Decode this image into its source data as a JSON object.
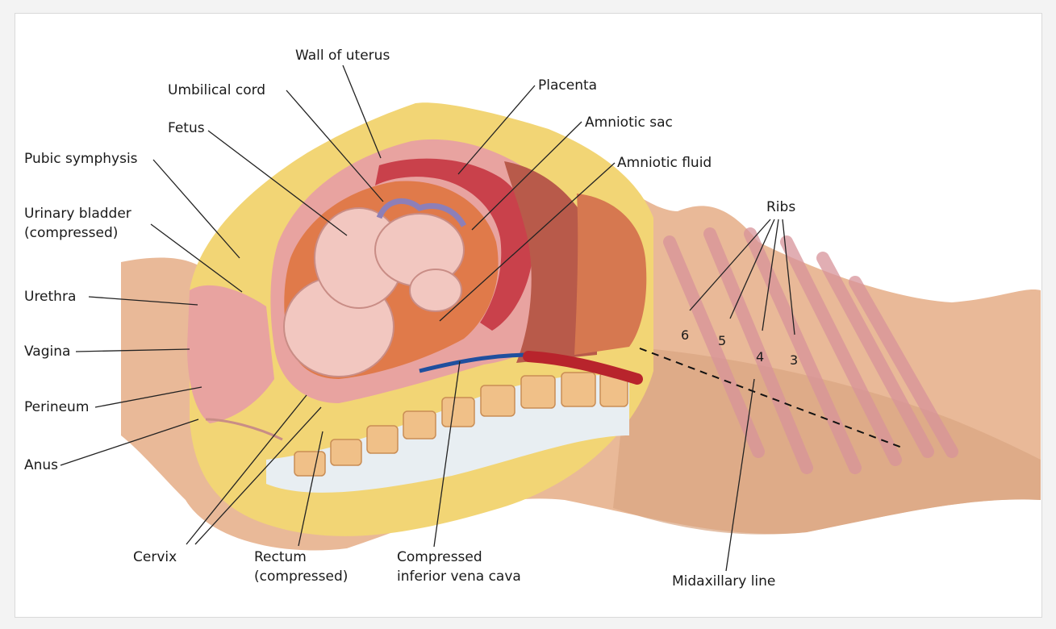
{
  "labels": {
    "wall_of_uterus": "Wall of uterus",
    "umbilical_cord": "Umbilical cord",
    "placenta": "Placenta",
    "amniotic_sac": "Amniotic sac",
    "fetus": "Fetus",
    "amniotic_fluid": "Amniotic fluid",
    "pubic_symphysis": "Pubic symphysis",
    "urinary_bladder_1": "Urinary bladder",
    "urinary_bladder_2": "(compressed)",
    "urethra": "Urethra",
    "vagina": "Vagina",
    "perineum": "Perineum",
    "anus": "Anus",
    "cervix": "Cervix",
    "rectum_1": "Rectum",
    "rectum_2": "(compressed)",
    "ivc_1": "Compressed",
    "ivc_2": "inferior vena cava",
    "midaxillary_line": "Midaxillary line",
    "ribs": "Ribs",
    "rib_6": "6",
    "rib_5": "5",
    "rib_4": "4",
    "rib_3": "3"
  },
  "colors": {
    "skin": "#e9b998",
    "skin_shadow": "#d69f7e",
    "fat_layer": "#f2d575",
    "uterus_wall": "#e8a3a0",
    "placenta": "#c9414b",
    "amniotic_fluid": "#e07a4a",
    "fetus": "#f2c7c0",
    "vertebra": "#f0c088",
    "disc": "#e8eef2",
    "vena_cava_blue": "#1f4f9e",
    "aorta_red": "#b8242c",
    "leader_line": "#222222"
  }
}
